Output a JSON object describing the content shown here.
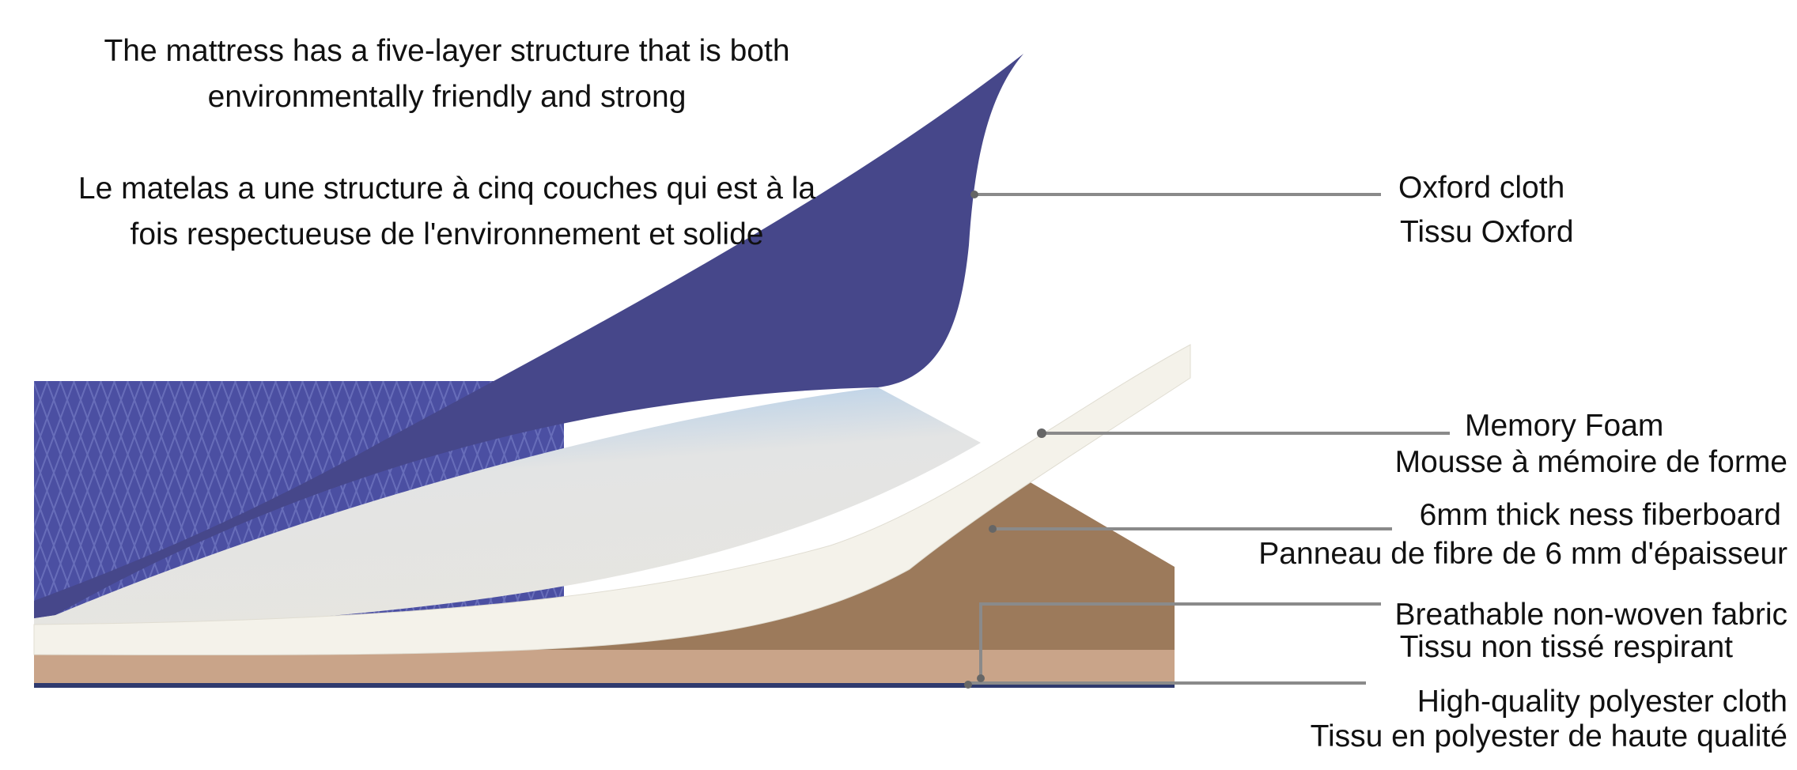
{
  "heading": {
    "english": [
      "The mattress has a five-layer structure that is both",
      "environmentally friendly and strong"
    ],
    "french": [
      "Le matelas a une structure à cinq couches qui est à la",
      "fois respectueuse de l'environnement et solide"
    ]
  },
  "layers": [
    {
      "english": "Oxford cloth",
      "french": "Tissu Oxford",
      "color": "#46478a"
    },
    {
      "english": "Memory Foam",
      "french": "Mousse à mémoire de forme",
      "color": "#f4f2ea"
    },
    {
      "english": "6mm thick ness fiberboard",
      "french": "Panneau de fibre de 6 mm d'épaisseur",
      "color": "#9c7a5b"
    },
    {
      "english": "Breathable non-woven fabric",
      "french": "Tissu non tissé respirant",
      "color": "#c9a489"
    },
    {
      "english": "High-quality polyester cloth",
      "french": "Tissu en polyester de haute qualité",
      "color": "#2f3a6e"
    }
  ]
}
